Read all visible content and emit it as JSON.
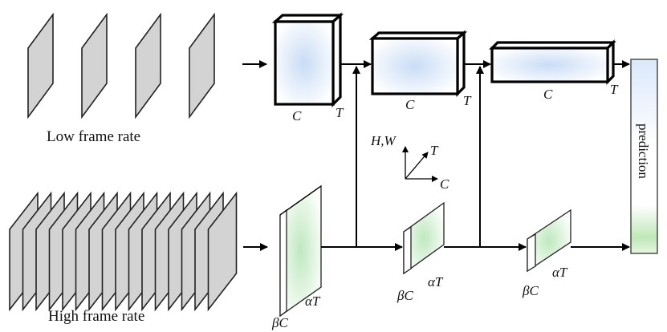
{
  "labels": {
    "low_frame_rate": "Low frame rate",
    "high_frame_rate": "High frame rate",
    "prediction": "prediction",
    "C": "C",
    "T": "T",
    "beta_C": "βC",
    "alpha_T": "αT",
    "axis_hw": "H,W",
    "axis_t": "T",
    "axis_c": "C"
  },
  "colors": {
    "slow_fill": "#cfe0f7",
    "fast_fill": "#c6ebc4",
    "frame_fill": "#d3d3d3",
    "stroke": "#000000"
  }
}
